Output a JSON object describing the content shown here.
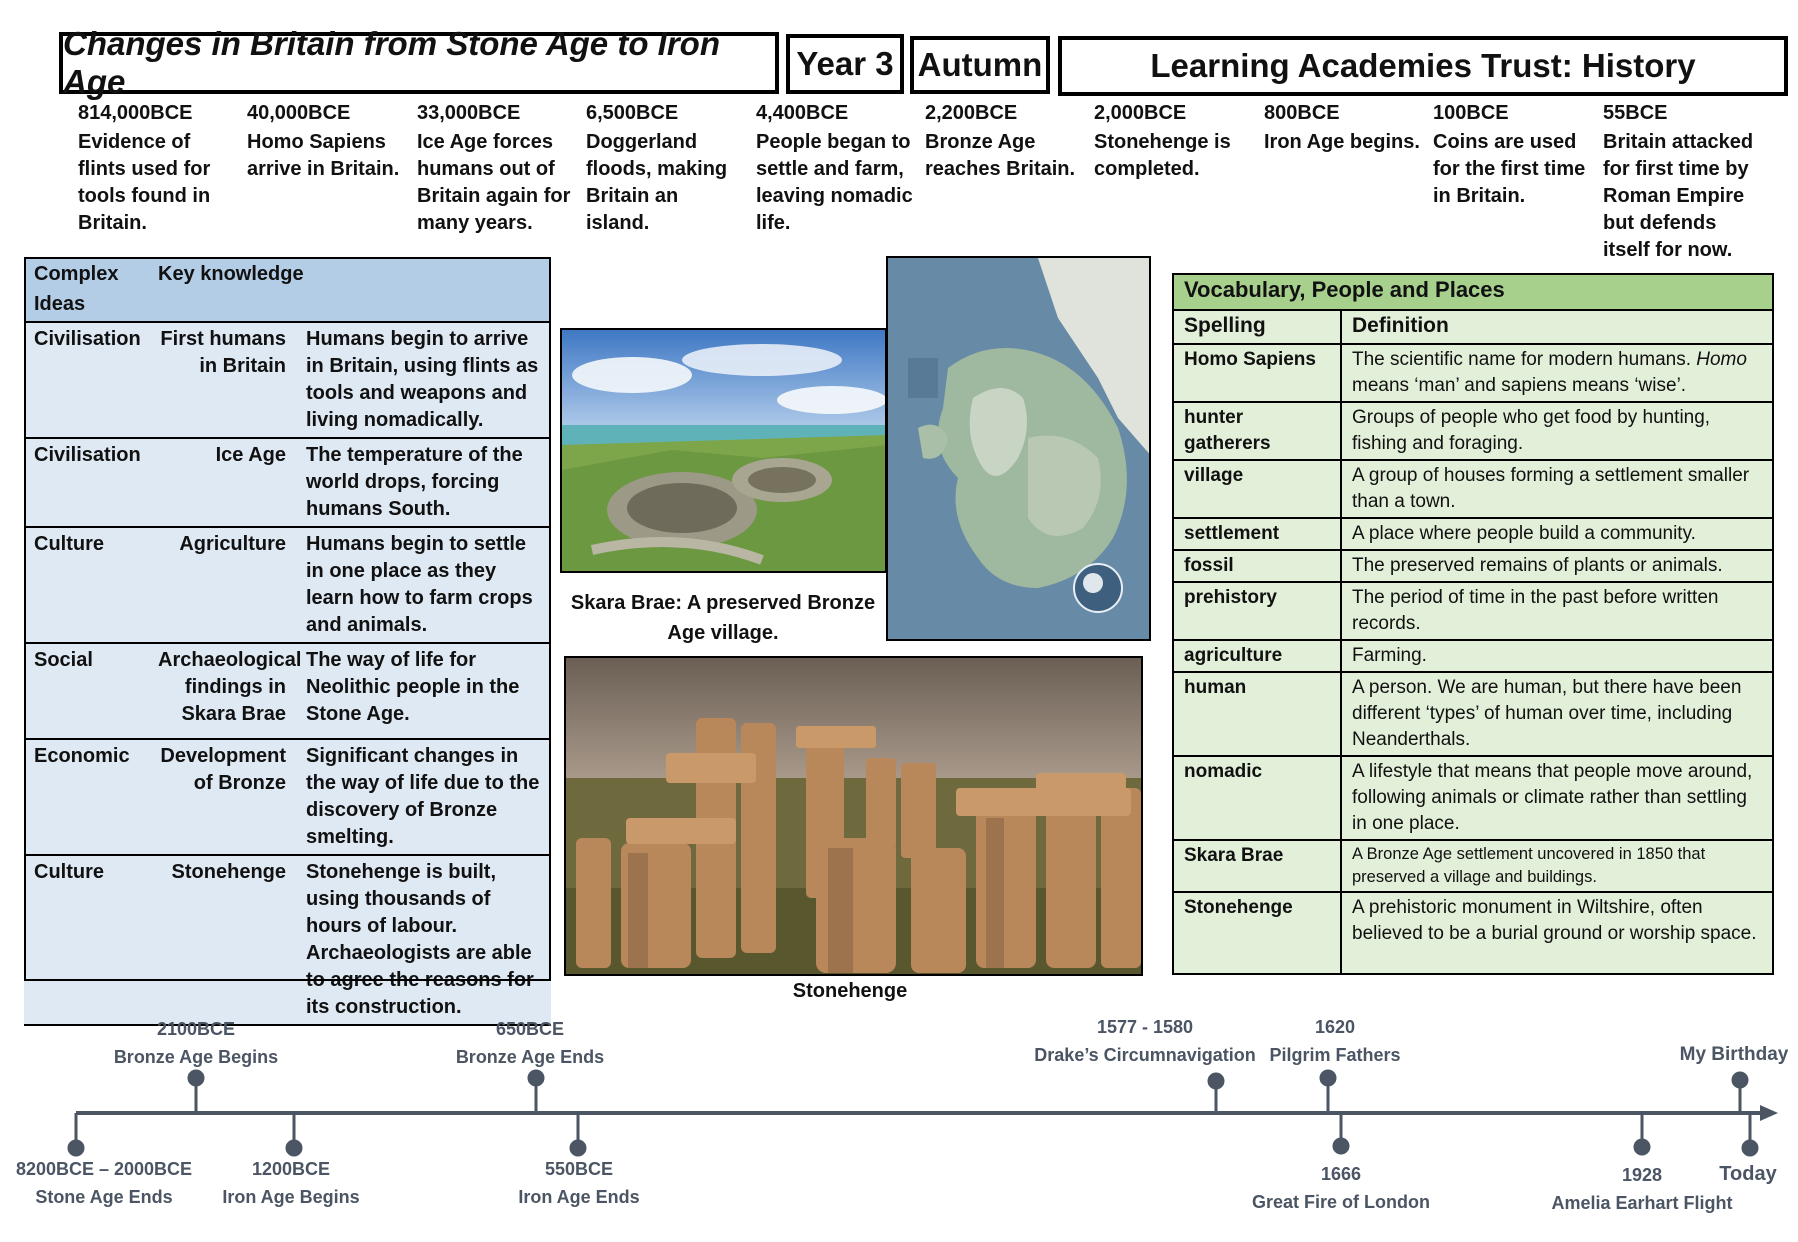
{
  "header": {
    "title": "Changes in Britain from Stone Age to Iron Age",
    "year": "Year 3",
    "term": "Autumn",
    "trust": "Learning Academies Trust:  History"
  },
  "events": [
    {
      "date": "814,000BCE",
      "text": "Evidence of flints used for tools found in Britain."
    },
    {
      "date": "40,000BCE",
      "text": "Homo Sapiens arrive in Britain."
    },
    {
      "date": "33,000BCE",
      "text": "Ice Age forces humans out of Britain again for many years."
    },
    {
      "date": "6,500BCE",
      "text": "Doggerland floods, making Britain an island."
    },
    {
      "date": "4,400BCE",
      "text": "People began to settle and farm, leaving nomadic life."
    },
    {
      "date": "2,200BCE",
      "text": "Bronze Age reaches Britain."
    },
    {
      "date": "2,000BCE",
      "text": "Stonehenge is completed."
    },
    {
      "date": "800BCE",
      "text": "Iron Age begins."
    },
    {
      "date": "100BCE",
      "text": "Coins are used for the first time in Britain."
    },
    {
      "date": "55BCE",
      "text": "Britain attacked for first time by Roman Empire but defends itself for now."
    }
  ],
  "key_knowledge": {
    "col1_header": "Complex Ideas",
    "col2_header": "Key knowledge",
    "rows": [
      {
        "idea": "Civilisation",
        "topic": "First humans in Britain",
        "text": "Humans begin to arrive in Britain, using flints as tools and weapons and living nomadically."
      },
      {
        "idea": "Civilisation",
        "topic": "Ice Age",
        "text": "The temperature of the world drops, forcing humans South."
      },
      {
        "idea": "Culture",
        "topic": "Agriculture",
        "text": "Humans begin to settle in one place as they learn how to farm crops and animals."
      },
      {
        "idea": "Social",
        "topic": "Archaeological findings in Skara Brae",
        "text": "The way of life for Neolithic people in the Stone Age."
      },
      {
        "idea": "Economic",
        "topic": "Development of Bronze",
        "text": "Significant changes in the way of life due to the discovery of Bronze smelting."
      },
      {
        "idea": "Culture",
        "topic": "Stonehenge",
        "text": "Stonehenge is built, using thousands of hours of labour. Archaeologists are able to agree the reasons for its construction."
      }
    ]
  },
  "images": {
    "skara_caption": "Skara Brae: A preserved Bronze Age village.",
    "stonehenge_caption": "Stonehenge"
  },
  "vocab": {
    "title": "Vocabulary, People and Places",
    "col1": "Spelling",
    "col2": "Definition",
    "rows": [
      {
        "word": "Homo Sapiens",
        "def_a": "The scientific name for modern humans. ",
        "def_em": "Homo",
        "def_b": " means ‘man’ and sapiens means ‘wise’."
      },
      {
        "word": "hunter gatherers",
        "def": "Groups of people who get food by hunting, fishing and foraging."
      },
      {
        "word": "village",
        "def": "A group of houses forming a settlement smaller than a town."
      },
      {
        "word": "settlement",
        "def": "A  place where people build a community."
      },
      {
        "word": "fossil",
        "def": "The preserved remains of plants or animals."
      },
      {
        "word": "prehistory",
        "def": "The period of time in the past before written records."
      },
      {
        "word": "agriculture",
        "def": "Farming."
      },
      {
        "word": "human",
        "def": "A person. We are human, but there have been different ‘types’ of human over time, including Neanderthals."
      },
      {
        "word": "nomadic",
        "def": "A lifestyle that means that people move around, following animals or climate rather than settling in one place."
      },
      {
        "word": "Skara Brae",
        "def": "A Bronze Age settlement uncovered in 1850 that preserved a village and buildings."
      },
      {
        "word": "Stonehenge",
        "def": "A prehistoric monument in Wiltshire, often believed to be a burial ground or worship space."
      }
    ]
  },
  "timeline": {
    "above": [
      {
        "date": "2100BCE",
        "label": "Bronze Age Begins"
      },
      {
        "date": "650BCE",
        "label": "Bronze Age Ends"
      },
      {
        "date": "1577 - 1580",
        "label": "Drake’s Circumnavigation"
      },
      {
        "date": "1620",
        "label": "Pilgrim Fathers"
      },
      {
        "date": "",
        "label": "My Birthday"
      }
    ],
    "below": [
      {
        "date": "8200BCE – 2000BCE",
        "label": "Stone Age Ends"
      },
      {
        "date": "1200BCE",
        "label": "Iron Age Begins"
      },
      {
        "date": "550BCE",
        "label": "Iron Age Ends"
      },
      {
        "date": "1666",
        "label": "Great Fire of London"
      },
      {
        "date": "1928",
        "label": "Amelia Earhart Flight"
      },
      {
        "date": "",
        "label": "Today"
      }
    ]
  },
  "colors": {
    "kk_header": "#b4cde6",
    "kk_body": "#dfe9f4",
    "vocab_header": "#a8d08d",
    "vocab_body": "#e2efd9",
    "timeline": "#4b5563"
  }
}
